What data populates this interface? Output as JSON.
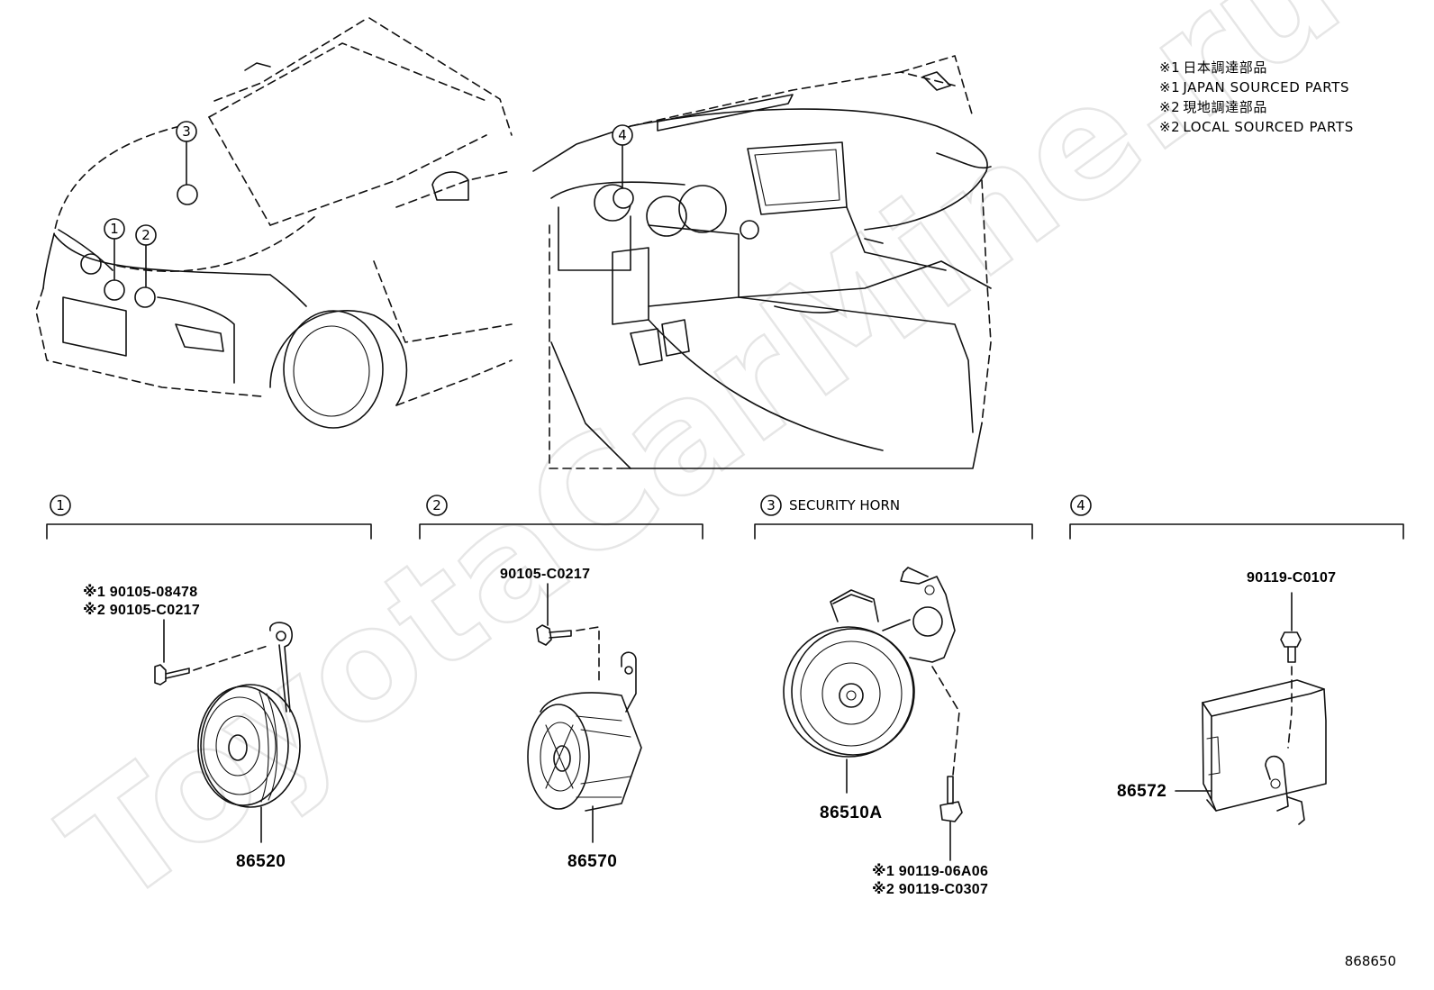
{
  "legend": [
    {
      "mark": "※1",
      "text": "日本調達部品"
    },
    {
      "mark": "※1",
      "text": "JAPAN SOURCED PARTS"
    },
    {
      "mark": "※2",
      "text": "現地調達部品"
    },
    {
      "mark": "※2",
      "text": "LOCAL SOURCED PARTS"
    }
  ],
  "watermark": "ToyotaCarMine.ru",
  "figure_number": "868650",
  "callouts": [
    "1",
    "2",
    "3",
    "4"
  ],
  "sections": [
    {
      "num": "1",
      "title": ""
    },
    {
      "num": "2",
      "title": ""
    },
    {
      "num": "3",
      "title": "SECURITY HORN"
    },
    {
      "num": "4",
      "title": ""
    }
  ],
  "parts": {
    "s1": {
      "bolt_1": "※1 90105-08478",
      "bolt_2": "※2 90105-C0217",
      "horn": "86520"
    },
    "s2": {
      "bolt": "90105-C0217",
      "siren": "86570"
    },
    "s3": {
      "horn": "86510A",
      "bolt_1": "※1 90119-06A06",
      "bolt_2": "※2 90119-C0307"
    },
    "s4": {
      "bolt": "90119-C0107",
      "module": "86572"
    }
  }
}
